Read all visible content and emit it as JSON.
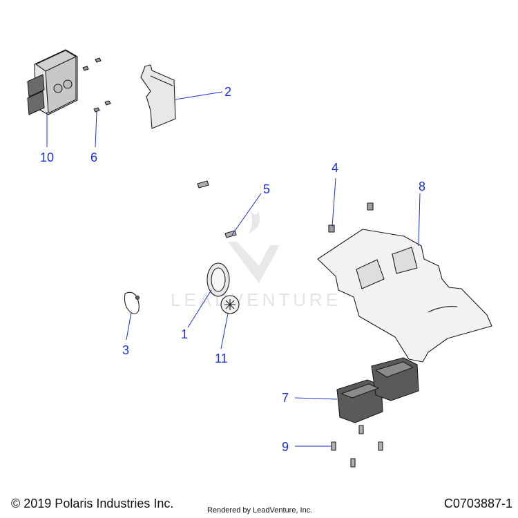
{
  "watermark": {
    "text": "LEADVENTURE"
  },
  "callouts": [
    "1",
    "2",
    "3",
    "4",
    "5",
    "6",
    "7",
    "8",
    "9",
    "10",
    "11"
  ],
  "footer": {
    "copyright": "© 2019 Polaris Industries Inc.",
    "rendered_by": "Rendered by LeadVenture, Inc.",
    "part_code": "C0703887-1"
  },
  "colors": {
    "callout": "#1a2fd6",
    "line": "#1a1a1a",
    "part_fill": "#f2f2f2",
    "dark_part": "#5a5a5a"
  }
}
